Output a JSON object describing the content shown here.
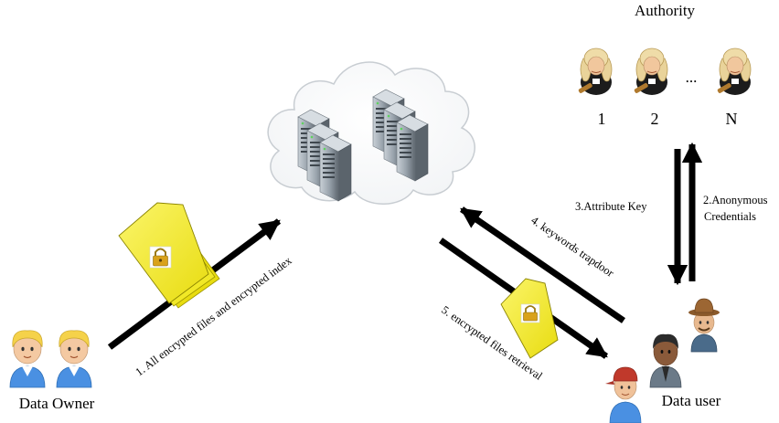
{
  "labels": {
    "authority": "Authority",
    "authority_1": "1",
    "authority_2": "2",
    "authority_dots": "...",
    "authority_n": "N",
    "data_owner": "Data Owner",
    "data_user": "Data user"
  },
  "arrows": {
    "step1": "1. All encrypted files and encrypted index",
    "step2_line1": "2.Anonymous",
    "step2_line2": "Credentials",
    "step3": "3.Attribute  Key",
    "step4": "4. keywords trapdoor",
    "step5": "5. encrypted  files retrieval"
  },
  "colors": {
    "arrow": "#000000",
    "document": "#f7ef2a",
    "lock": "#d9a21b",
    "server": "#8f9aa4",
    "hair": "#f2d27a",
    "face": "#f4c9a2"
  },
  "icons": {
    "cloud": "cloud-icon",
    "server": "server-icon",
    "judge": "judge-icon",
    "person": "person-icon",
    "document": "locked-document-icon"
  }
}
